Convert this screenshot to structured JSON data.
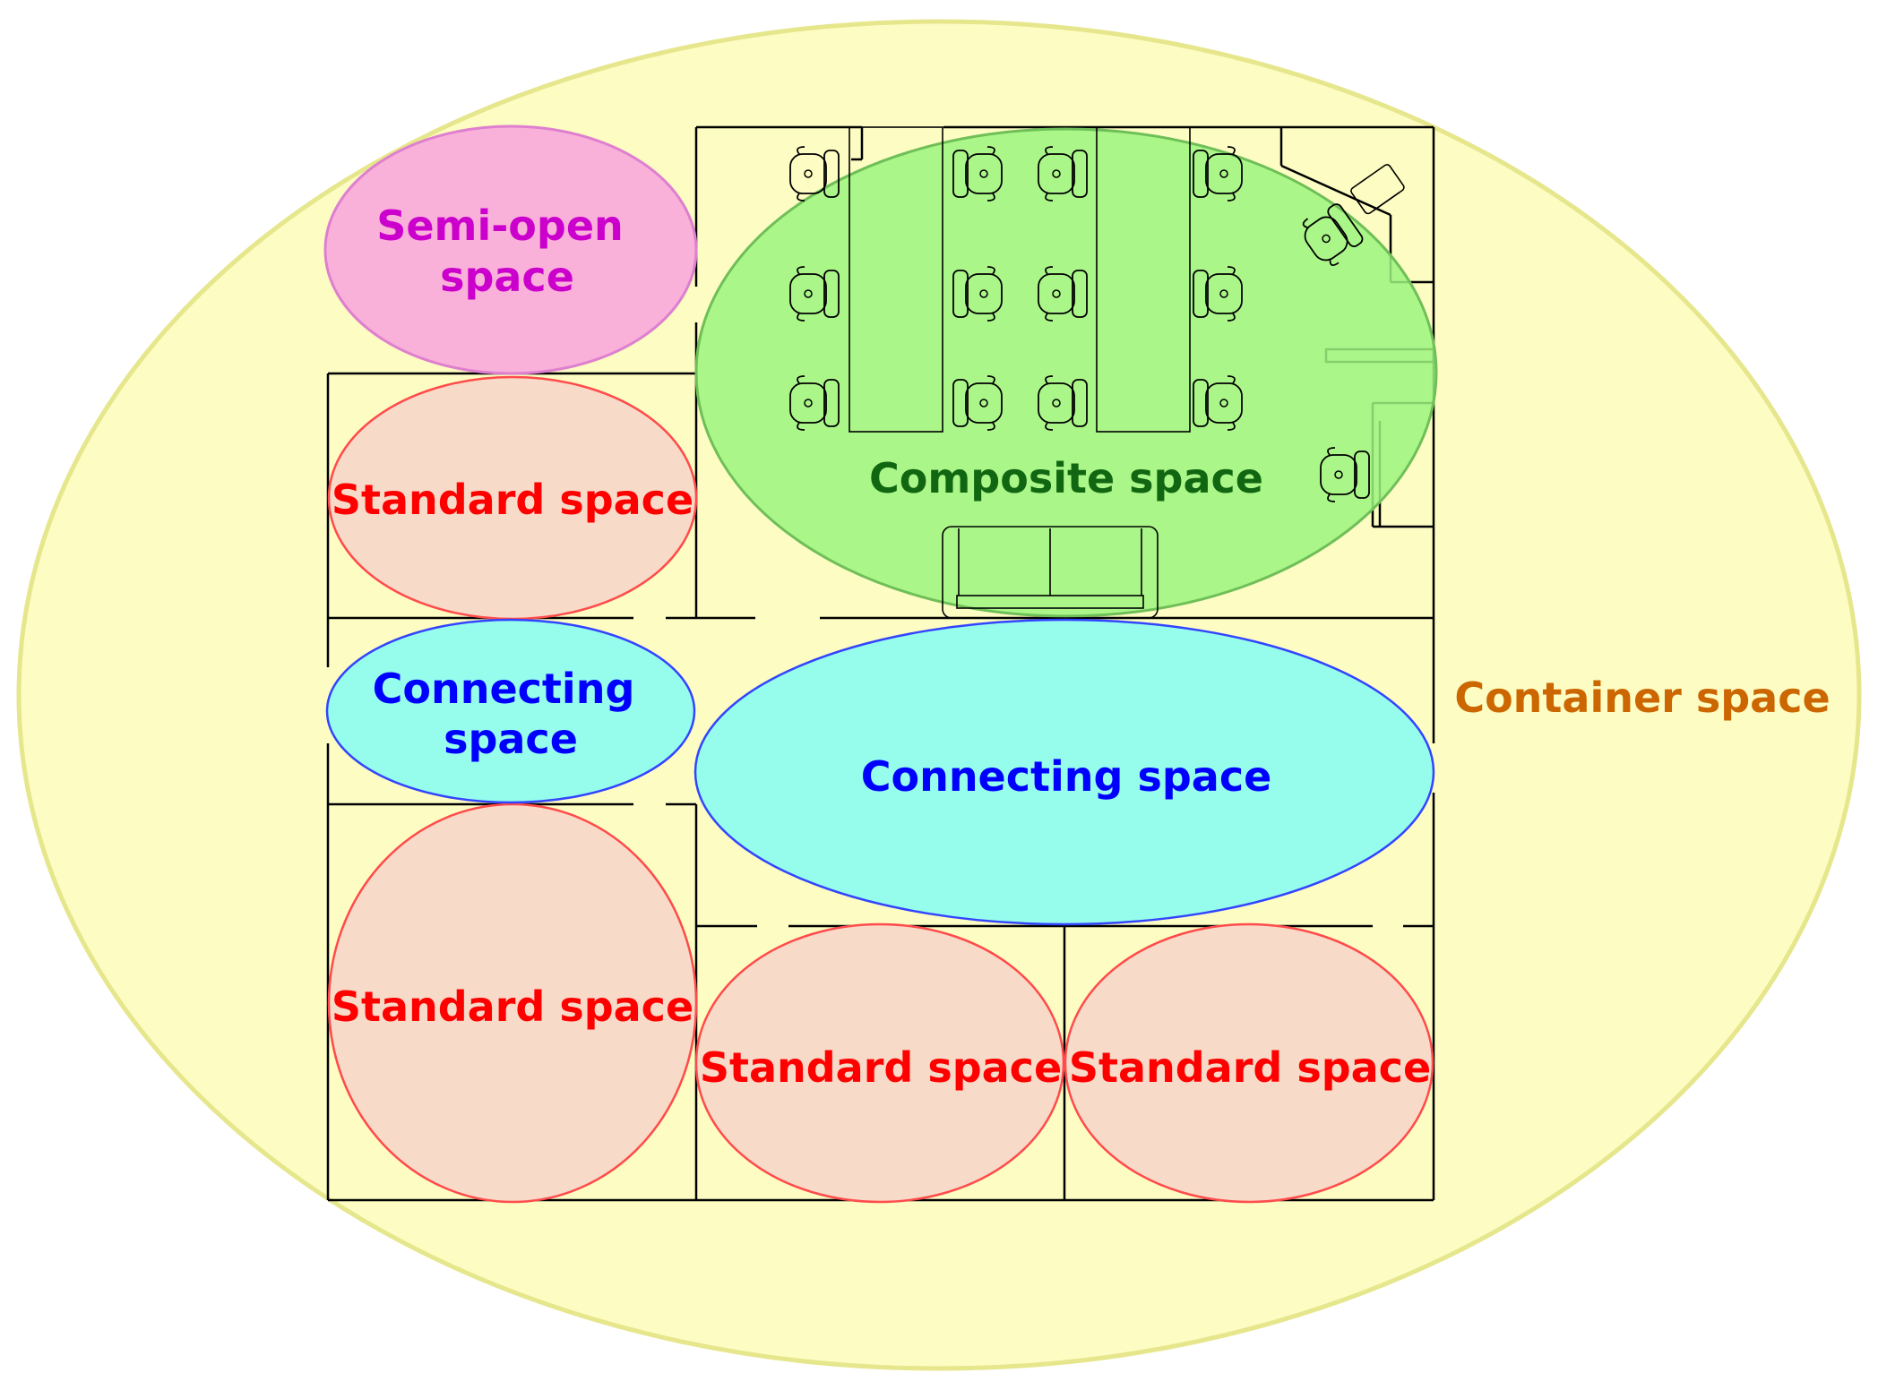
{
  "diagram": {
    "labels": {
      "container": "Container space",
      "semi_open": [
        "Semi-open",
        "space"
      ],
      "composite": "Composite space",
      "standard": "Standard space",
      "connecting_small": [
        "Connecting",
        "space"
      ],
      "connecting_large": "Connecting space"
    },
    "colors": {
      "container_fill": "#fdfcc2",
      "container_stroke": "#e6e68c",
      "container_text": "#cc6600",
      "semi_open_fill": "#f9b1da",
      "semi_open_stroke": "#de7fcf",
      "semi_open_text": "#cc00cc",
      "composite_fill": "#9cf57f",
      "composite_stroke": "#6fbf58",
      "composite_text": "#116611",
      "standard_fill": "#f8dac8",
      "standard_stroke": "#ff4b4b",
      "standard_text": "#ff0000",
      "connecting_fill": "#96fcec",
      "connecting_stroke": "#3344ff",
      "connecting_text": "#0000ff"
    }
  }
}
